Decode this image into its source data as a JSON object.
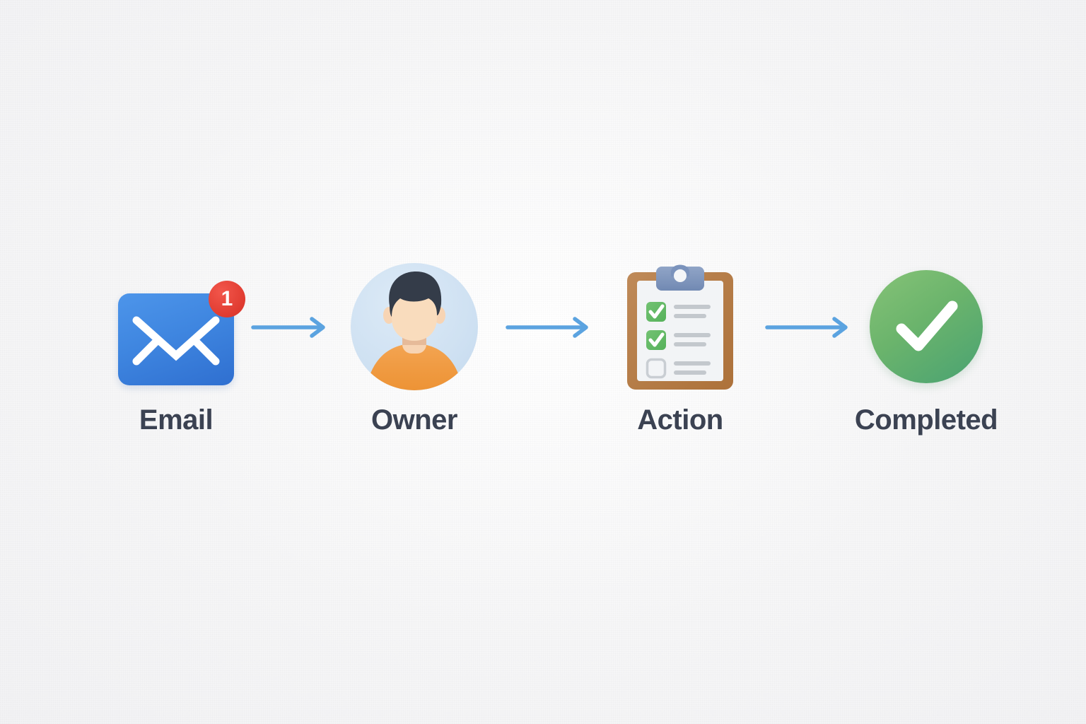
{
  "background": {
    "color": "#f7f7f8",
    "texture": "subtle-fabric-noise"
  },
  "diagram": {
    "title": "Email to Completed workflow",
    "orientation": "horizontal",
    "arrow_color": "#5ba3e0",
    "label_color": "#3b4252",
    "steps": [
      {
        "id": "email",
        "label": "Email",
        "icon": "envelope-icon",
        "badge": "1",
        "badge_color": "#e03b30",
        "icon_color": "#3f86e0"
      },
      {
        "id": "owner",
        "label": "Owner",
        "icon": "person-avatar-icon",
        "icon_color": "#cfe1f2",
        "shirt_color": "#f2983a",
        "hair_color": "#343c49",
        "skin_color": "#f7d4b4"
      },
      {
        "id": "action",
        "label": "Action",
        "icon": "clipboard-checklist-icon",
        "icon_color": "#b5783f",
        "clip_color": "#7b93bc",
        "check_color": "#5cb85c",
        "checklist": [
          {
            "checked": true
          },
          {
            "checked": true
          },
          {
            "checked": false
          }
        ]
      },
      {
        "id": "completed",
        "label": "Completed",
        "icon": "check-circle-icon",
        "icon_color": "#6bb46c"
      }
    ],
    "arrows": [
      {
        "id": "arrow-email-to-owner",
        "from": "email",
        "to": "owner"
      },
      {
        "id": "arrow-owner-to-action",
        "from": "owner",
        "to": "action"
      },
      {
        "id": "arrow-action-to-completed",
        "from": "action",
        "to": "completed"
      }
    ]
  }
}
